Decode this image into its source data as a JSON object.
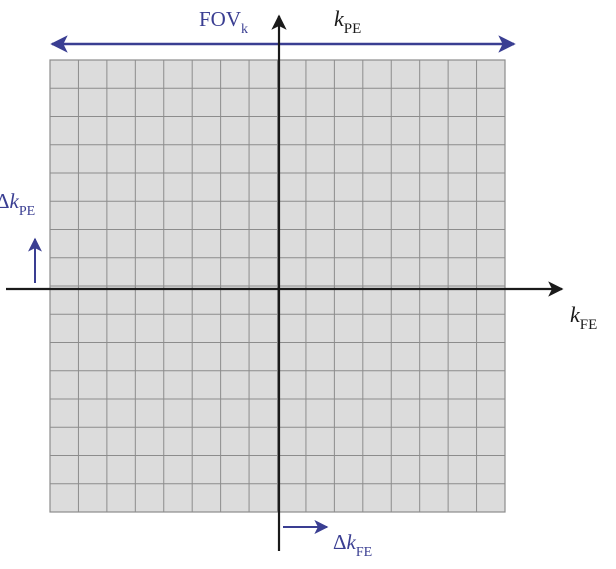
{
  "colors": {
    "accent": "#3a3e92",
    "grid_fill": "#dcdcdc",
    "grid_line": "#8c8c8c",
    "axis": "#1a1a1a"
  },
  "grid": {
    "rows": 16,
    "cols": 16
  },
  "labels": {
    "fov": {
      "main": "FOV",
      "sub": "k"
    },
    "k_pe": {
      "main": "k",
      "sub": "PE"
    },
    "k_fe": {
      "main": "k",
      "sub": "FE"
    },
    "delta_k_pe": {
      "delta": "Δ",
      "main": "k",
      "sub": "PE"
    },
    "delta_k_fe": {
      "delta": "Δ",
      "main": "k",
      "sub": "FE"
    }
  }
}
